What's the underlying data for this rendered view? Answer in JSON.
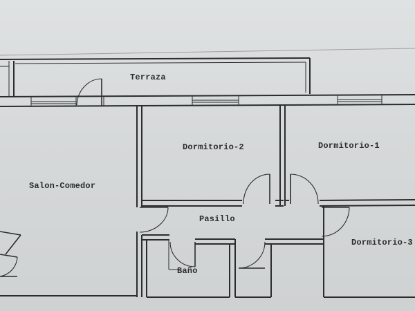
{
  "rooms": {
    "terrace": "Terraza",
    "living": "Salon-Comedor",
    "bedroom2": "Dormitorio-2",
    "bedroom1": "Dormitorio-1",
    "hall": "Pasillo",
    "bedroom3": "Dormitorio-3",
    "bath": "Baño"
  }
}
